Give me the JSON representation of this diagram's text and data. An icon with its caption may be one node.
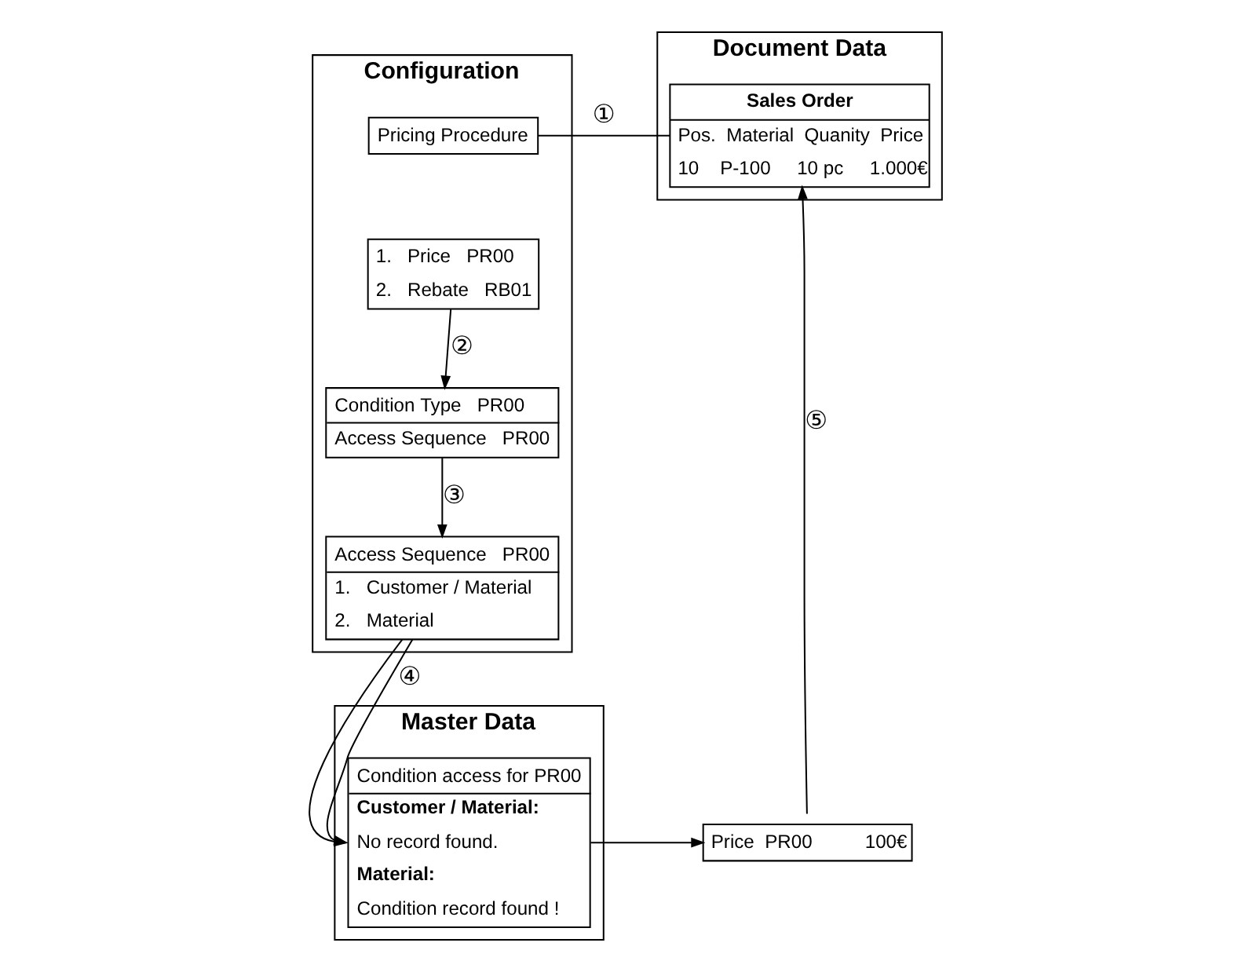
{
  "diagram": {
    "nodes": [
      {
        "text": [
          "Configuration"
        ]
      },
      {
        "text": [
          "Pricing Procedure"
        ],
        "in": 0
      },
      {
        "text": [
          "1.   Price   PR00",
          "2.   Rebate   RB01"
        ],
        "in": 0
      },
      {
        "text": [
          "Condition Type   PR00",
          "Access Sequence   PR00"
        ],
        "in": 0
      },
      {
        "text": [
          "Access Sequence   PR00",
          "1.   Customer / Material",
          "2.   Material"
        ],
        "in": 0
      },
      {
        "text": [
          "Document Data"
        ]
      },
      {
        "text": [
          "Sales Order",
          "Pos.  Material  Quanity  Price",
          "10    P-100     10 pc     1.000€"
        ],
        "in": 5
      },
      {
        "text": [
          "Master Data"
        ]
      },
      {
        "text": [
          "Condition access for PR00",
          "Customer / Material:",
          "No record found.",
          "Material:",
          "Condition record found !"
        ],
        "in": 7
      },
      {
        "text": [
          "Price  PR00          100€"
        ]
      }
    ],
    "edges": [
      {
        "from": 1,
        "to": 6,
        "arrow": "none",
        "label": "①"
      },
      {
        "from": 2,
        "to": 3,
        "arrow": "to",
        "label": "②"
      },
      {
        "from": 3,
        "to": 4,
        "arrow": "to",
        "label": "③"
      },
      {
        "from": 4,
        "to": 8,
        "arrow": "to"
      },
      {
        "from": 4,
        "to": 8,
        "arrow": "to",
        "label": "④"
      },
      {
        "from": 8,
        "to": 9,
        "arrow": "to"
      },
      {
        "from": 9,
        "to": 6,
        "arrow": "to",
        "label": "⑤"
      }
    ]
  }
}
